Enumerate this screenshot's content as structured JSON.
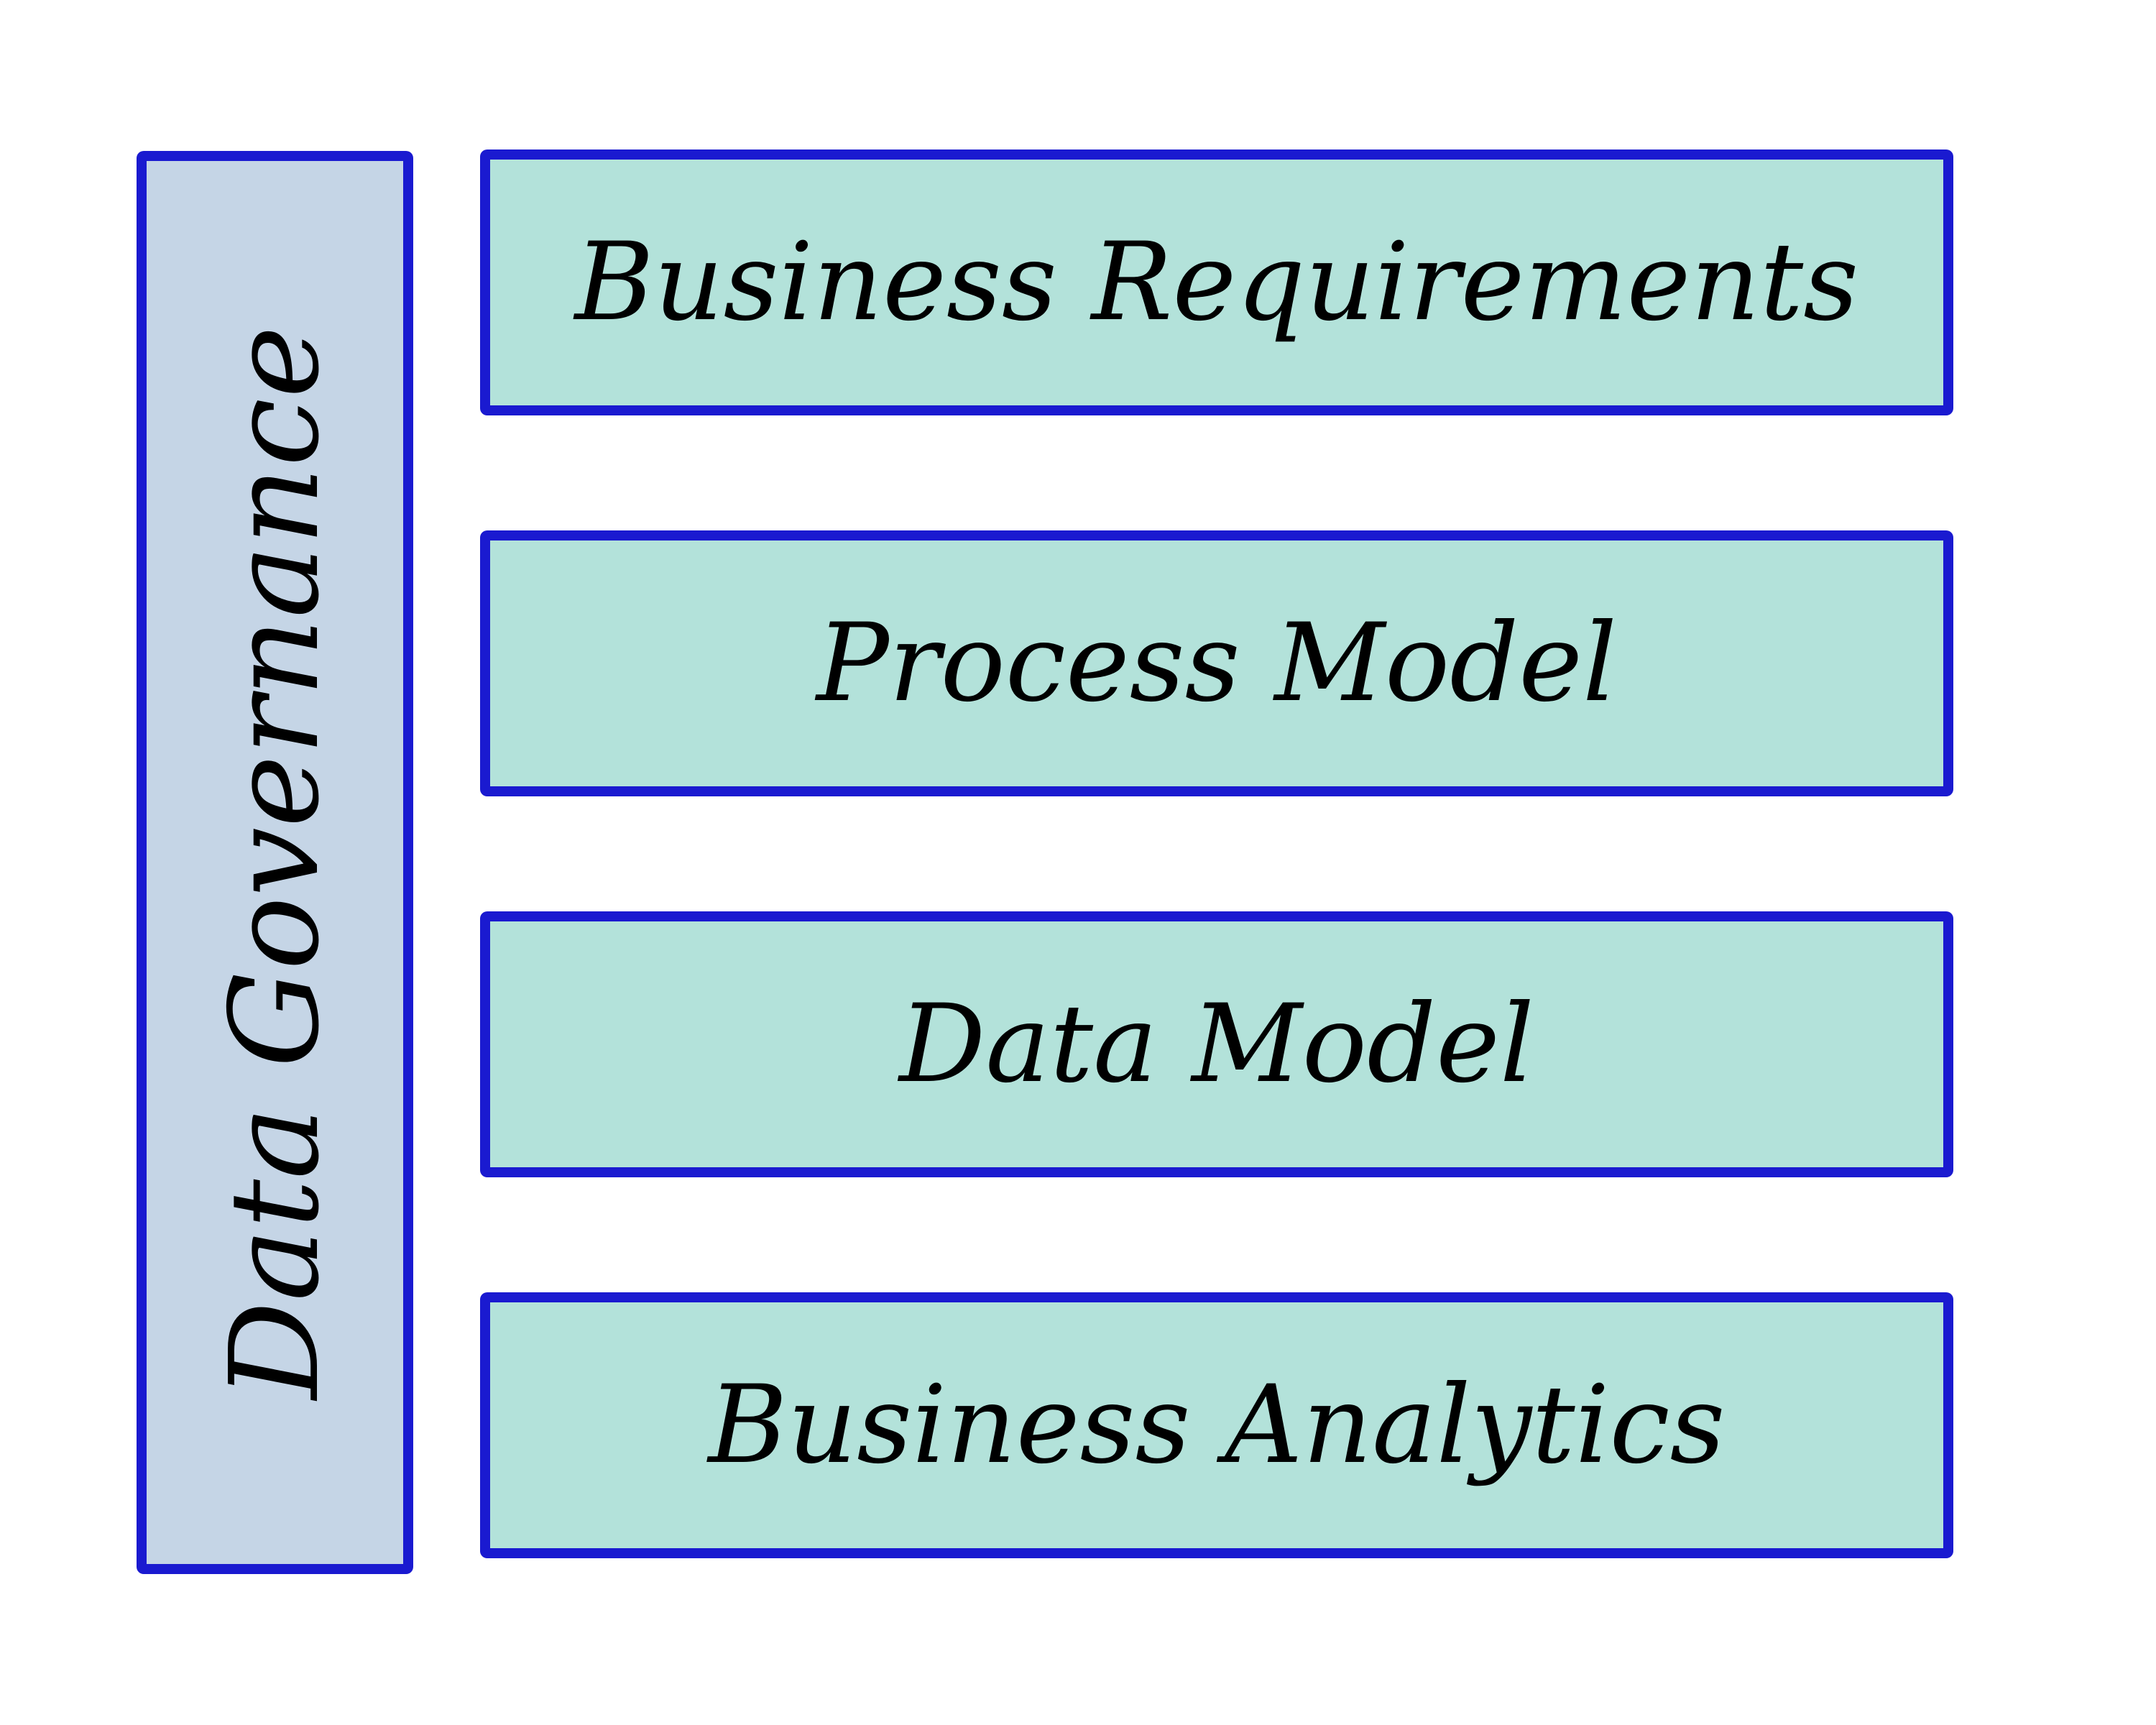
{
  "diagram": {
    "side_label": "Data Governance",
    "layers": [
      {
        "label": "Business Requirements"
      },
      {
        "label": "Process Model"
      },
      {
        "label": "Data Model"
      },
      {
        "label": "Business Analytics"
      }
    ]
  },
  "colors": {
    "border": "#1a1ad0",
    "side_fill": "#c5d5e6",
    "layer_fill": "#b3e2da",
    "text": "#000000"
  }
}
